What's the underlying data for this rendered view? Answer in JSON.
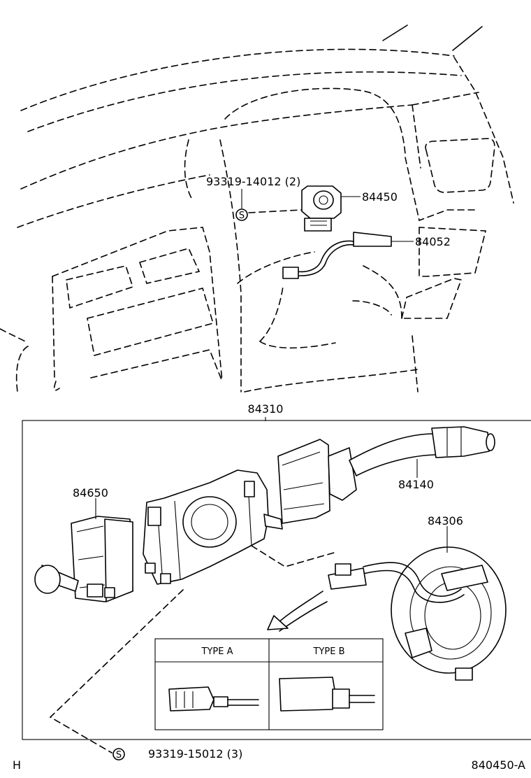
{
  "callouts": {
    "bolt_top": "93319-14012 (2)",
    "ignition_switch": "84450",
    "wire_harness": "84052",
    "assembly": "84310",
    "wiper_switch": "84650",
    "headlamp_switch": "84140",
    "spiral_cable": "84306",
    "bolt_bottom": "93319-15012 (3)",
    "bolt_symbol": "S"
  },
  "connector_table": {
    "type_a": "TYPE A",
    "type_b": "TYPE B"
  },
  "footer": {
    "left_mark": "H",
    "figure_id": "840450-A"
  }
}
